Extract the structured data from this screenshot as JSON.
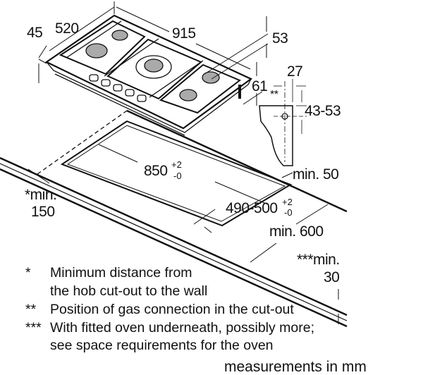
{
  "dimensions": {
    "hob_height": "45",
    "hob_depth": "520",
    "hob_width": "915",
    "top_to_grate": "53",
    "gas_offset": "27",
    "front_height": "61",
    "gas_marker": "**",
    "gas_height": "43-53",
    "cutout_width": "850",
    "cutout_width_tol_plus": "+2",
    "cutout_width_tol_minus": "-0",
    "min_back": "min. 50",
    "min_side_label": "*min.",
    "min_side_value": "150",
    "cutout_depth": "490-500",
    "cutout_depth_tol_plus": "+2",
    "cutout_depth_tol_minus": "-0",
    "min_worktop": "min. 600",
    "min_thickness_label": "***min.",
    "min_thickness_value": "30"
  },
  "footnotes": [
    {
      "marker": "*",
      "lines": [
        "Minimum distance from",
        "the hob cut-out to the wall"
      ]
    },
    {
      "marker": "**",
      "lines": [
        "Position of gas connection in the cut-out"
      ]
    },
    {
      "marker": "***",
      "lines": [
        "With fitted oven underneath, possibly more;",
        "see space requirements for the oven"
      ]
    }
  ],
  "units_note": "measurements in mm"
}
